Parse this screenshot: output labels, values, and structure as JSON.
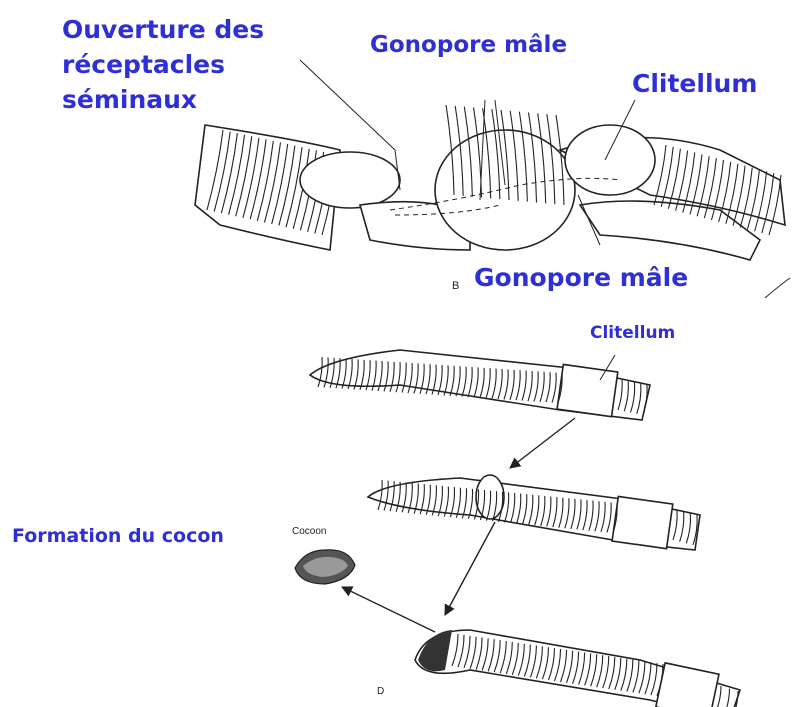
{
  "labels": {
    "top": {
      "ouverture_line1": "Ouverture des",
      "ouverture_line2": "réceptacles",
      "ouverture_line3": "séminaux",
      "gonopore_male_top": "Gonopore mâle",
      "clitellum": "Clitellum",
      "gonopore_male_bottom": "Gonopore mâle",
      "panel_letter": "B"
    },
    "bottom": {
      "clitellum": "Clitellum",
      "cocoon": "Cocoon",
      "formation_du_cocon": "Formation du cocon",
      "panel_letter": "D"
    }
  },
  "colors": {
    "label_blue": "#2f2fd6",
    "ink": "#222222",
    "background": "#ffffff"
  }
}
